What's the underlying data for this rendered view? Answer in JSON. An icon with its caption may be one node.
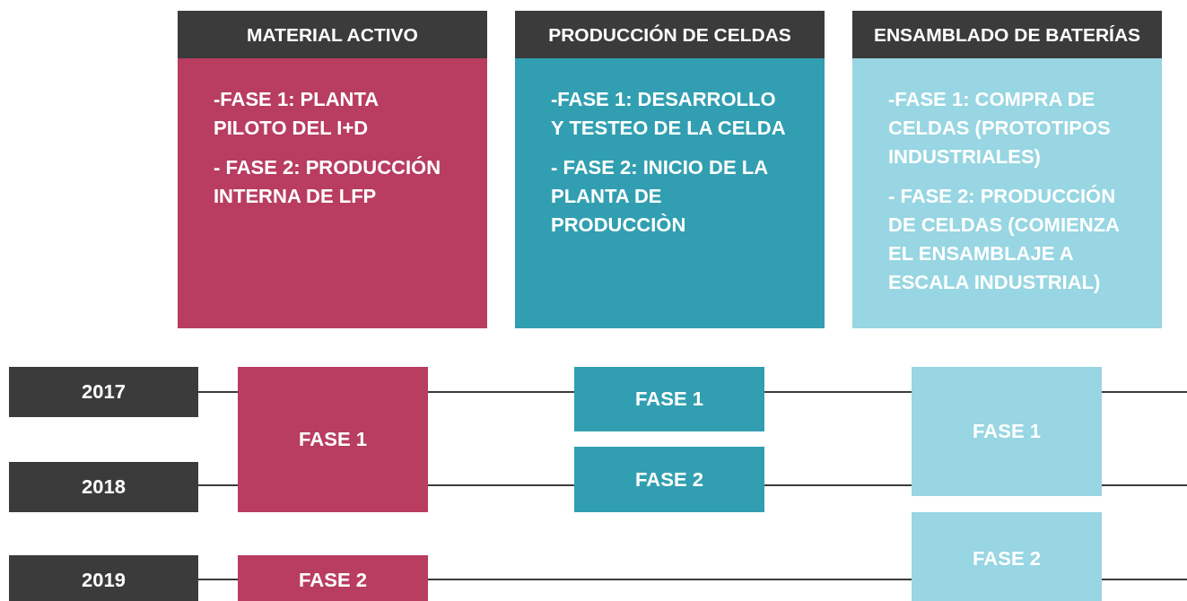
{
  "diagram": {
    "nodes": [
      {
        "text": [
          "MATERIAL ACTIVO",
          "-FASE 1: PLANTA PILOTO DEL I+D",
          "- FASE 2: PRODUCCIÓN INTERNA DE LFP"
        ]
      },
      {
        "text": [
          "PRODUCCIÓN DE CELDAS",
          "-FASE 1: DESARROLLO Y TESTEO DE LA CELDA",
          "- FASE 2: INICIO DE LA PLANTA DE PRODUCCIÒN"
        ]
      },
      {
        "text": [
          "ENSAMBLADO DE BATERÍAS",
          "-FASE 1: COMPRA DE CELDAS (PROTOTIPOS INDUSTRIALES)",
          "- FASE 2: PRODUCCIÓN DE CELDAS (COMIENZA EL ENSAMBLAJE A ESCALA INDUSTRIAL)"
        ]
      },
      {
        "text": [
          "2017"
        ]
      },
      {
        "text": [
          "2018"
        ]
      },
      {
        "text": [
          "2019"
        ]
      },
      {
        "text": [
          "FASE 1"
        ]
      },
      {
        "text": [
          "FASE 2"
        ]
      },
      {
        "text": [
          "FASE 1"
        ]
      },
      {
        "text": [
          "FASE 2"
        ]
      },
      {
        "text": [
          "FASE 1"
        ]
      },
      {
        "text": [
          "FASE 2"
        ]
      }
    ]
  }
}
